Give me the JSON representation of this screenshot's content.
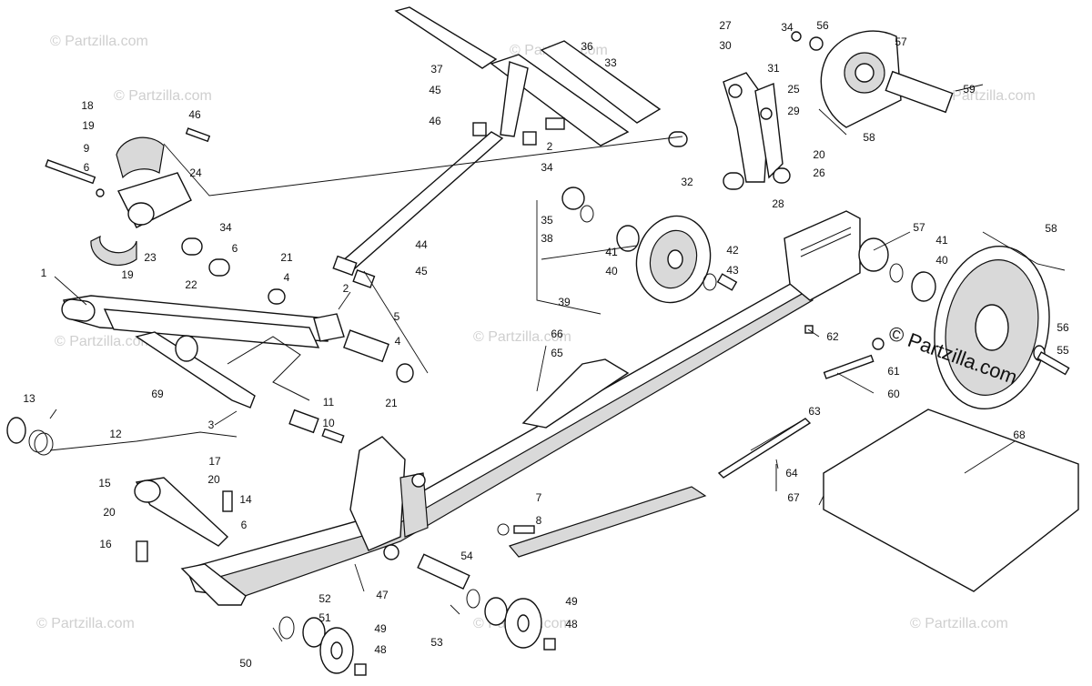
{
  "watermark": {
    "text": "© Partzilla.com"
  },
  "brand": {
    "text": "© Partzilla.com"
  },
  "callouts": [
    "1",
    "2",
    "3",
    "4",
    "5",
    "6",
    "7",
    "8",
    "9",
    "10",
    "11",
    "12",
    "13",
    "14",
    "15",
    "16",
    "17",
    "18",
    "19",
    "20",
    "21",
    "22",
    "23",
    "24",
    "25",
    "26",
    "27",
    "28",
    "29",
    "30",
    "31",
    "32",
    "33",
    "34",
    "35",
    "36",
    "37",
    "38",
    "39",
    "40",
    "41",
    "42",
    "43",
    "44",
    "45",
    "46",
    "47",
    "48",
    "49",
    "50",
    "51",
    "52",
    "53",
    "54",
    "55",
    "56",
    "57",
    "58",
    "59",
    "60",
    "61",
    "62",
    "63",
    "64",
    "65",
    "66",
    "67",
    "68",
    "69"
  ]
}
